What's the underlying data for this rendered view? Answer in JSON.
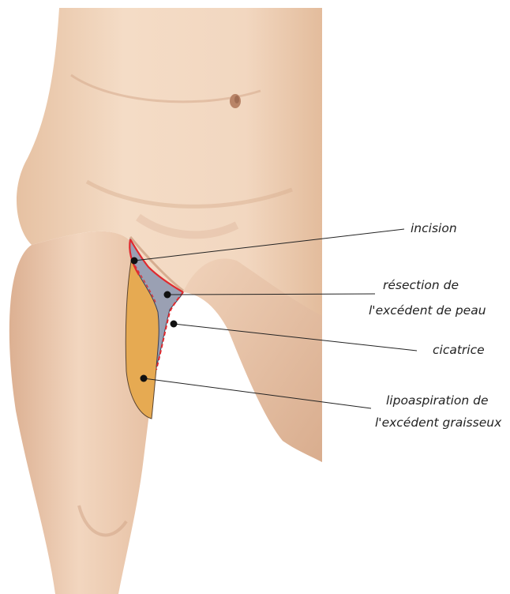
{
  "labels": {
    "incision": "incision",
    "resection_line1": "résection de",
    "resection_line2": "l'excédent de peau",
    "cicatrice": "cicatrice",
    "lipo_line1": "lipoaspiration de",
    "lipo_line2": "l'excédent graisseux"
  },
  "colors": {
    "skin_light": "#f4dcc6",
    "skin_mid": "#e8c3a5",
    "skin_shadow": "#cfa184",
    "resection_fill": "#9aa0b3",
    "lipo_fill": "#e6aa52",
    "incision_line": "#e0292e",
    "leader_line": "#222222",
    "dot": "#111111"
  },
  "icons": {
    "marker": "dot"
  }
}
